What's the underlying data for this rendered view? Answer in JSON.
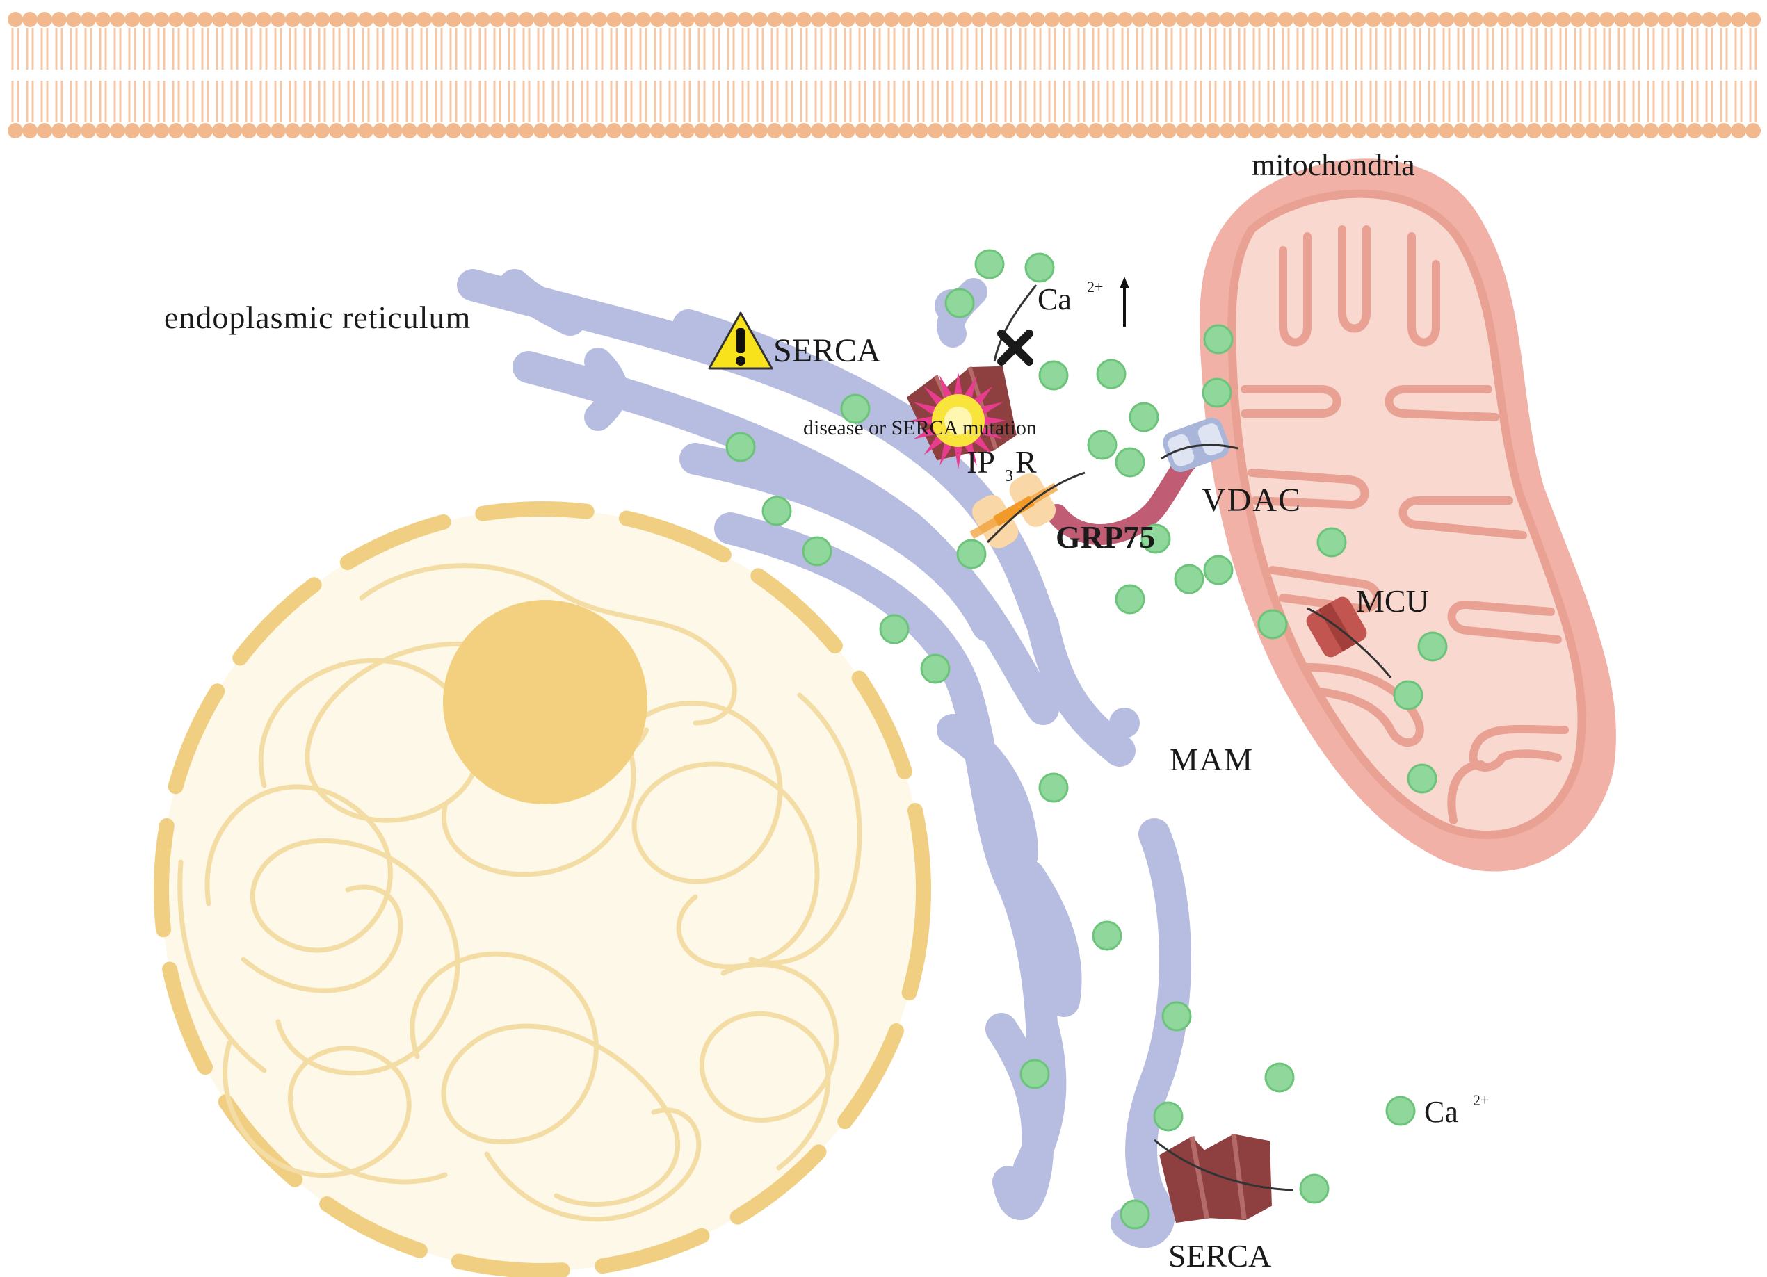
{
  "labels": {
    "mitochondria": "mitochondria",
    "er": "endoplasmic reticulum",
    "serca_top": "SERCA",
    "serca_bottom": "SERCA",
    "disease": "disease or SERCA mutation",
    "ip3r": "IP",
    "ip3r_sub": "3",
    "ip3r_tail": "R",
    "grp75": "GRP75",
    "vdac": "VDAC",
    "mcu": "MCU",
    "mam": "MAM",
    "ca_top": "Ca",
    "ca_top_sup": "2+",
    "ca_legend": "Ca",
    "ca_legend_sup": "2+"
  },
  "colors": {
    "membrane": "#f2b88e",
    "er": "#b7bde0",
    "nucleus_rim": "#f1cf82",
    "nucleus_fill": "#fdf8e8",
    "nucleolus": "#f3d07f",
    "chromatin": "#f4dca5",
    "mito_outer": "#f2b1a6",
    "mito_inner": "#f9d8d0",
    "mito_crista": "#e9a193",
    "calcium": "#8fd79a",
    "calcium_edge": "#6cc47a",
    "serca": "#8e3f3f",
    "ip3r": "#f19a2b",
    "grp75": "#c05c74",
    "vdac": "#a9b5d9",
    "mcu": "#c2554f",
    "warning": "#f7e21b"
  },
  "icons": [
    "warning-icon",
    "inhibition-x-icon",
    "up-arrow-icon",
    "burst-icon"
  ]
}
